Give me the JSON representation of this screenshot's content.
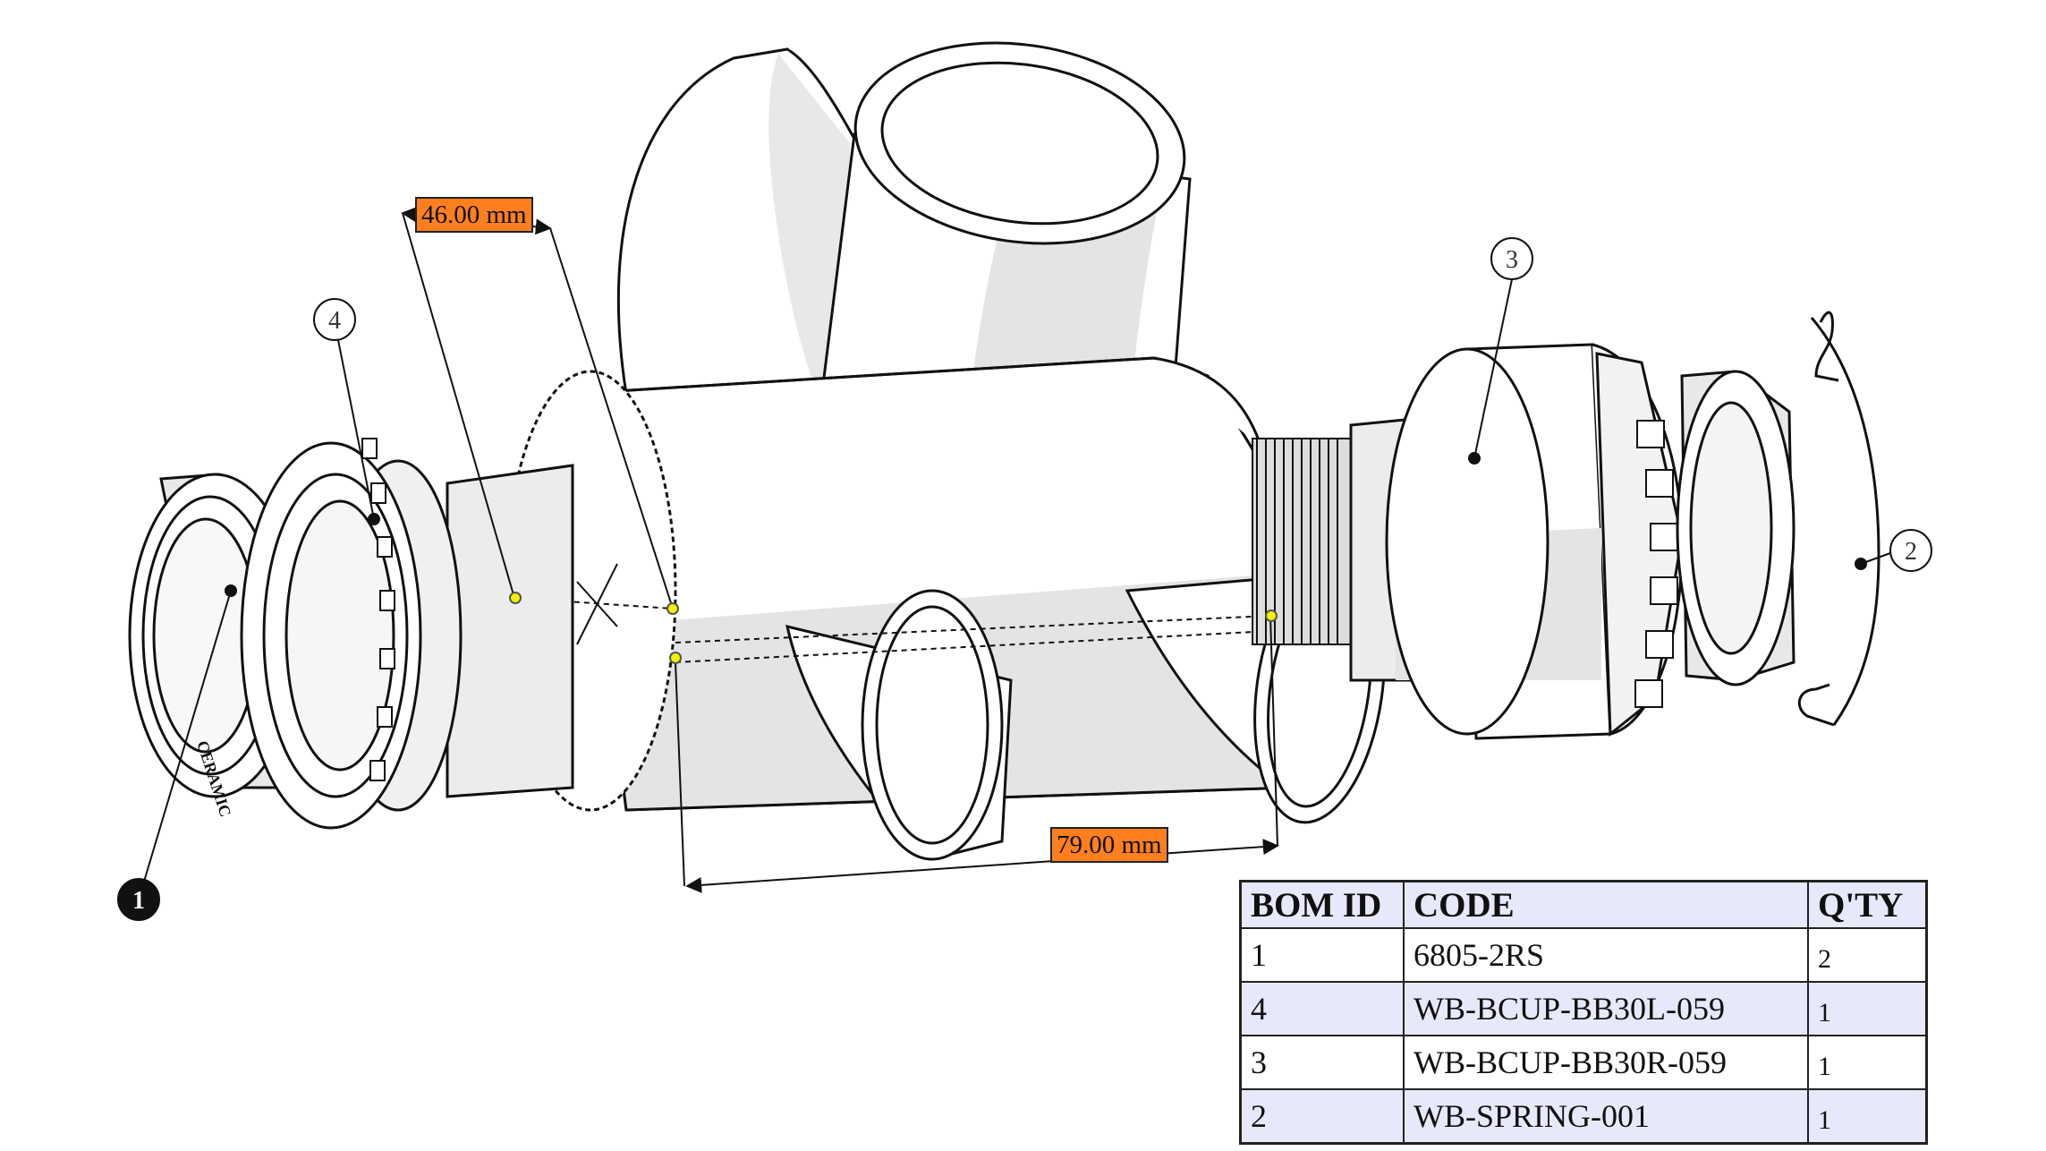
{
  "dimensions": [
    {
      "id": "dim-46",
      "label": "46.00 mm"
    },
    {
      "id": "dim-79",
      "label": "79.00 mm"
    }
  ],
  "balloons": [
    {
      "id": "1",
      "style": "filled"
    },
    {
      "id": "2",
      "style": "outline"
    },
    {
      "id": "3",
      "style": "outline"
    },
    {
      "id": "4",
      "style": "outline"
    }
  ],
  "bom": {
    "headers": [
      "BOM ID",
      "CODE",
      "Q'TY"
    ],
    "rows": [
      {
        "id": "1",
        "code": "6805-2RS",
        "qty": "2"
      },
      {
        "id": "4",
        "code": "WB-BCUP-BB30L-059",
        "qty": "1"
      },
      {
        "id": "3",
        "code": "WB-BCUP-BB30R-059",
        "qty": "1"
      },
      {
        "id": "2",
        "code": "WB-SPRING-001",
        "qty": "1"
      }
    ]
  },
  "colors": {
    "dimension_label_bg": "#ff7f1f",
    "snap_point": "#f5f000",
    "shading": "#e4e4e4",
    "table_alt_row": "#e8e8fb"
  }
}
